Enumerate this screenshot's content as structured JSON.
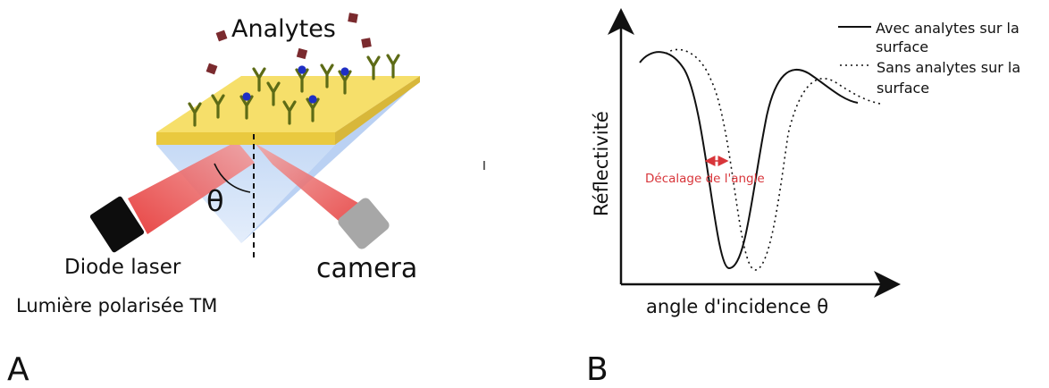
{
  "panel_a": {
    "letter": "A",
    "analytes_label": "Analytes",
    "theta_symbol": "θ",
    "laser_label": "Diode laser",
    "polarization_label": "Lumière polarisée TM",
    "camera_label": "camera",
    "colors": {
      "gold_top": "#f6df6a",
      "gold_edge": "#e9c93f",
      "prism_light": "#cfe0f7",
      "prism_mid": "#a9c6ee",
      "beam": "#e8383c",
      "receptor": "#5d6b16",
      "analyte": "#7a2a2e",
      "bound_analyte": "#1f2fc4",
      "laser_body": "#0d0d0d",
      "camera_body": "#a7a7a7"
    }
  },
  "stray_mark": "I",
  "panel_b": {
    "letter": "B",
    "ylabel": "Réflectivité",
    "xlabel": "angle d'incidence θ",
    "shift_label": "Décalage de l'angle",
    "legend": [
      {
        "line1": "Avec analytes sur la",
        "line2": "surface",
        "style": "solid"
      },
      {
        "line1": "Sans analytes sur la",
        "line2": "surface",
        "style": "dotted"
      }
    ],
    "colors": {
      "axis": "#111111",
      "curve": "#111111",
      "shift": "#d8353a"
    }
  }
}
